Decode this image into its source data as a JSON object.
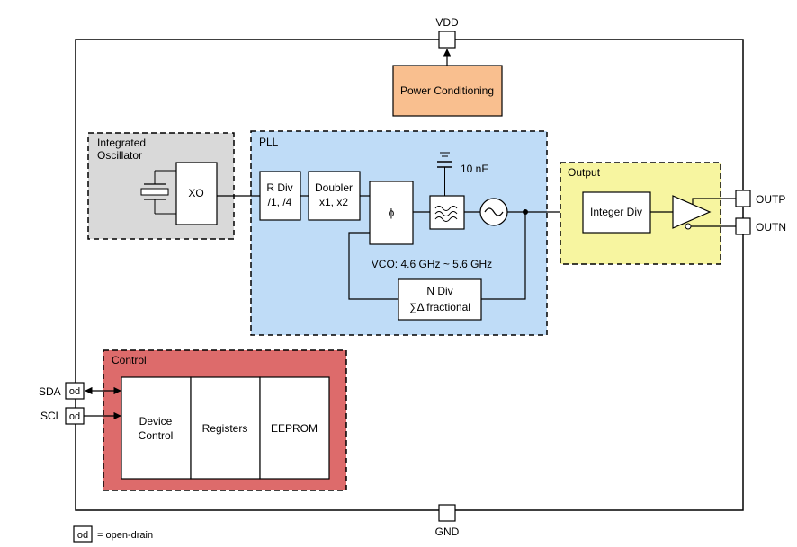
{
  "pins": {
    "vdd": "VDD",
    "gnd": "GND",
    "outp": "OUTP",
    "outn": "OUTN",
    "sda": "SDA",
    "scl": "SCL",
    "sda_type": "od",
    "scl_type": "od"
  },
  "blocks": {
    "power_conditioning": "Power Conditioning",
    "xo": "XO",
    "r_div": {
      "line1": "R Div",
      "line2": "/1, /4"
    },
    "doubler": {
      "line1": "Doubler",
      "line2": "x1, x2"
    },
    "phase_detector": "ϕ",
    "n_div": {
      "line1": "N Div",
      "line2": "∑Δ fractional"
    },
    "integer_div": "Integer Div",
    "device_control": {
      "line1": "Device",
      "line2": "Control"
    },
    "registers": "Registers",
    "eeprom": "EEPROM"
  },
  "regions": {
    "oscillator": {
      "line1": "Integrated",
      "line2": "Oscillator"
    },
    "pll": "PLL",
    "output": "Output",
    "control": "Control"
  },
  "annotations": {
    "capacitor": "10 nF",
    "vco_range": "VCO: 4.6 GHz ~ 5.6 GHz"
  },
  "legend": {
    "symbol": "od",
    "text": "= open-drain"
  },
  "colors": {
    "oscillator_fill": "#d9d9d9",
    "pll_fill": "#bfdcf7",
    "output_fill": "#f7f5a0",
    "control_fill": "#dd6b6b",
    "power_fill": "#f9bf8f"
  }
}
